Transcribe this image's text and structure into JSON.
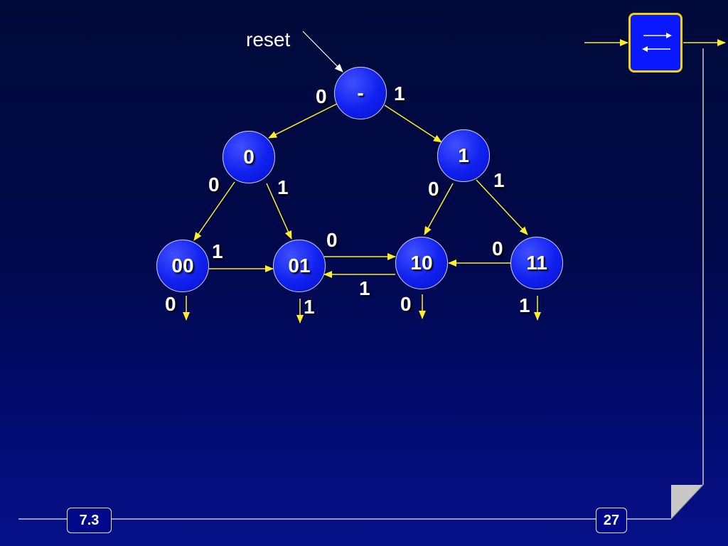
{
  "diagram": {
    "reset_label": "reset",
    "nodes": [
      {
        "id": "root",
        "label": "-"
      },
      {
        "id": "n0",
        "label": "0"
      },
      {
        "id": "n1",
        "label": "1"
      },
      {
        "id": "n00",
        "label": "00"
      },
      {
        "id": "n01",
        "label": "01"
      },
      {
        "id": "n10",
        "label": "10"
      },
      {
        "id": "n11",
        "label": "11"
      }
    ],
    "edge_labels": {
      "root_to_0": "0",
      "root_to_1": "1",
      "n0_to_00": "0",
      "n0_to_01": "1",
      "n1_to_10": "0",
      "n1_to_11": "1",
      "n00_to_01": "1",
      "n01_to_10": "0",
      "n10_to_01": "1",
      "n11_to_10": "0"
    },
    "outputs": {
      "n00": "0",
      "n01": "1",
      "n10": "0",
      "n11": "1"
    }
  },
  "footer": {
    "section": "7.3",
    "page": "27"
  },
  "colors": {
    "arrow": "#ffee22",
    "node_fill": "#1020ee",
    "icon_border": "#f2d20a",
    "icon_fill": "#0a18ff"
  },
  "icons": {
    "fsm": "fsm-transfer-icon",
    "page_curl": "page-curl-icon"
  }
}
